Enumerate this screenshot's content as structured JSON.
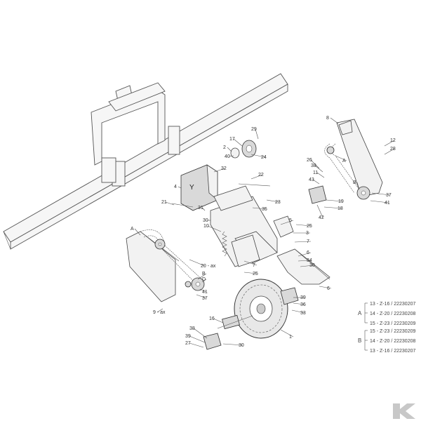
{
  "callouts": [
    {
      "id": "8",
      "text": "8"
    },
    {
      "id": "12",
      "text": "12"
    },
    {
      "id": "28",
      "text": "28"
    },
    {
      "id": "29",
      "text": "29"
    },
    {
      "id": "17",
      "text": "17"
    },
    {
      "id": "2",
      "text": "2"
    },
    {
      "id": "40",
      "text": "40"
    },
    {
      "id": "24",
      "text": "24"
    },
    {
      "id": "26",
      "text": "26"
    },
    {
      "id": "38a",
      "text": "38"
    },
    {
      "id": "11",
      "text": "11"
    },
    {
      "id": "43",
      "text": "43"
    },
    {
      "id": "A1",
      "text": "A"
    },
    {
      "id": "B1",
      "text": "B"
    },
    {
      "id": "37a",
      "text": "37"
    },
    {
      "id": "41a",
      "text": "41"
    },
    {
      "id": "32",
      "text": "32"
    },
    {
      "id": "22",
      "text": "22"
    },
    {
      "id": "4",
      "text": "4"
    },
    {
      "id": "19",
      "text": "19"
    },
    {
      "id": "18",
      "text": "18"
    },
    {
      "id": "42",
      "text": "42"
    },
    {
      "id": "21",
      "text": "21"
    },
    {
      "id": "31",
      "text": "31"
    },
    {
      "id": "35",
      "text": "35"
    },
    {
      "id": "23",
      "text": "23"
    },
    {
      "id": "30a",
      "text": "30"
    },
    {
      "id": "25a",
      "text": "25"
    },
    {
      "id": "3",
      "text": "3"
    },
    {
      "id": "10",
      "text": "10"
    },
    {
      "id": "5",
      "text": "5"
    },
    {
      "id": "7a",
      "text": "7"
    },
    {
      "id": "A2",
      "text": "A"
    },
    {
      "id": "6a",
      "text": "6"
    },
    {
      "id": "34",
      "text": "34"
    },
    {
      "id": "30b",
      "text": "30"
    },
    {
      "id": "20",
      "text": "20 - ax"
    },
    {
      "id": "7b",
      "text": "7"
    },
    {
      "id": "25b",
      "text": "25"
    },
    {
      "id": "B2",
      "text": "B"
    },
    {
      "id": "D",
      "text": "D"
    },
    {
      "id": "6b",
      "text": "6"
    },
    {
      "id": "41b",
      "text": "41"
    },
    {
      "id": "37b",
      "text": "37"
    },
    {
      "id": "39a",
      "text": "39"
    },
    {
      "id": "36",
      "text": "36"
    },
    {
      "id": "33",
      "text": "33"
    },
    {
      "id": "9",
      "text": "9 - ax"
    },
    {
      "id": "16",
      "text": "16"
    },
    {
      "id": "1",
      "text": "1"
    },
    {
      "id": "38b",
      "text": "38"
    },
    {
      "id": "39b",
      "text": "39"
    },
    {
      "id": "27",
      "text": "27"
    },
    {
      "id": "30c",
      "text": "30"
    }
  ],
  "legend": {
    "groupA": {
      "letter": "A",
      "rows": [
        {
          "num": "13",
          "z": "Z-16",
          "code": "/ 22230207"
        },
        {
          "num": "14",
          "z": "Z-20",
          "code": "/ 22230208"
        },
        {
          "num": "15",
          "z": "Z-23",
          "code": "/ 22230209"
        }
      ]
    },
    "groupB": {
      "letter": "B",
      "rows": [
        {
          "num": "15",
          "z": "Z-23",
          "code": "/ 22230209"
        },
        {
          "num": "14",
          "z": "Z-20",
          "code": "/ 22230208"
        },
        {
          "num": "13",
          "z": "Z-16",
          "code": "/ 22230207"
        }
      ]
    }
  },
  "colors": {
    "line": "#555555",
    "logo": "#c8c8c8"
  },
  "logo_icon": "kramp-k-logo-icon"
}
